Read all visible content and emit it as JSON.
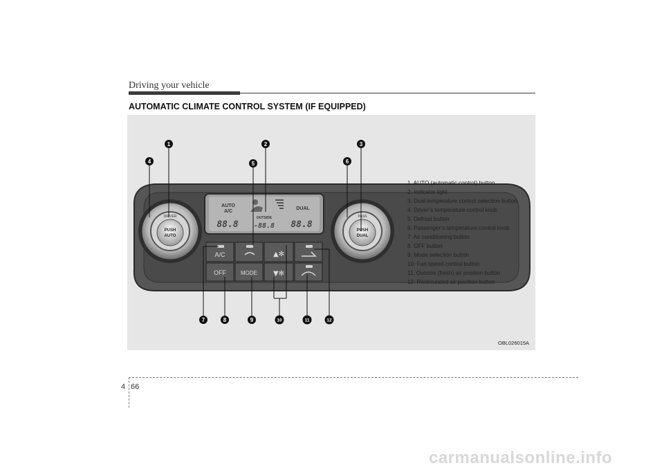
{
  "header": {
    "title": "Driving your vehicle"
  },
  "section": {
    "title": "AUTOMATIC CLIMATE CONTROL SYSTEM (IF EQUIPPED)"
  },
  "figure": {
    "code": "OBL026015A",
    "panel": {
      "driver_knob_ring": "DRIVER",
      "driver_knob_btn1": "PUSH",
      "driver_knob_btn2": "AUTO",
      "pass_knob_ring": "PASS",
      "pass_knob_btn1": "PUSH",
      "pass_knob_btn2": "DUAL",
      "lcd_auto": "AUTO",
      "lcd_ac": "A/C",
      "lcd_dual": "DUAL",
      "lcd_outside": "OUTSIDE",
      "lcd_left_temp": "88.8",
      "lcd_center_temp": "-88.8",
      "lcd_right_temp": "88.8",
      "btn_ac": "A/C",
      "btn_off": "OFF",
      "btn_mode": "MODE"
    },
    "callouts": [
      "1",
      "2",
      "3",
      "4",
      "5",
      "6",
      "7",
      "8",
      "9",
      "10",
      "11",
      "12"
    ]
  },
  "legend": [
    "1. AUTO (automatic control) button",
    "2. Indicator light",
    "3. Dual temperature control selection button",
    "4. Driver’s temperature control knob",
    "5. Defrost button",
    "6. Passenger’s temperature control knob",
    "7. Air conditioning button",
    "8. OFF button",
    "9. Mode selection button",
    "10. Fan speed control button",
    "11. Outside (fresh) air position button",
    "12. Recirculated air position button"
  ],
  "footer": {
    "chapter": "4",
    "page": "66"
  },
  "watermark": "carmanualsonline.info"
}
